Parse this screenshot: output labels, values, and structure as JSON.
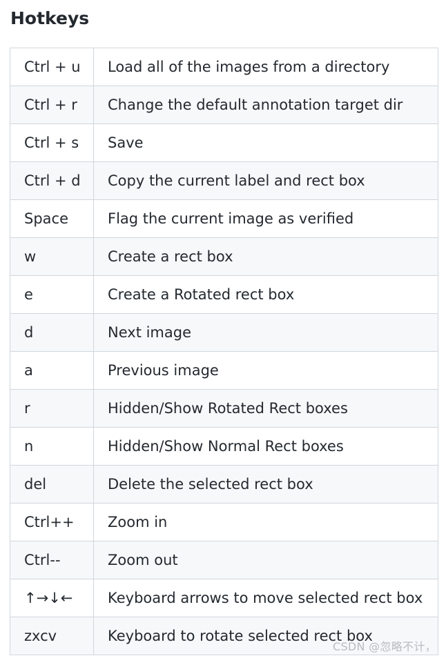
{
  "heading": "Hotkeys",
  "rows": [
    {
      "key": "Ctrl + u",
      "description": "Load all of the images from a directory"
    },
    {
      "key": "Ctrl + r",
      "description": "Change the default annotation target dir"
    },
    {
      "key": "Ctrl + s",
      "description": "Save"
    },
    {
      "key": "Ctrl + d",
      "description": "Copy the current label and rect box"
    },
    {
      "key": "Space",
      "description": "Flag the current image as verified"
    },
    {
      "key": "w",
      "description": "Create a rect box"
    },
    {
      "key": "e",
      "description": "Create a Rotated rect box"
    },
    {
      "key": "d",
      "description": "Next image"
    },
    {
      "key": "a",
      "description": "Previous image"
    },
    {
      "key": "r",
      "description": "Hidden/Show Rotated Rect boxes"
    },
    {
      "key": "n",
      "description": "Hidden/Show Normal Rect boxes"
    },
    {
      "key": "del",
      "description": "Delete the selected rect box"
    },
    {
      "key": "Ctrl++",
      "description": "Zoom in"
    },
    {
      "key": "Ctrl--",
      "description": "Zoom out"
    },
    {
      "key": "↑→↓←",
      "description": "Keyboard arrows to move selected rect box"
    },
    {
      "key": "zxcv",
      "description": "Keyboard to rotate selected rect box"
    }
  ],
  "watermark": "CSDN @忽略不计，"
}
